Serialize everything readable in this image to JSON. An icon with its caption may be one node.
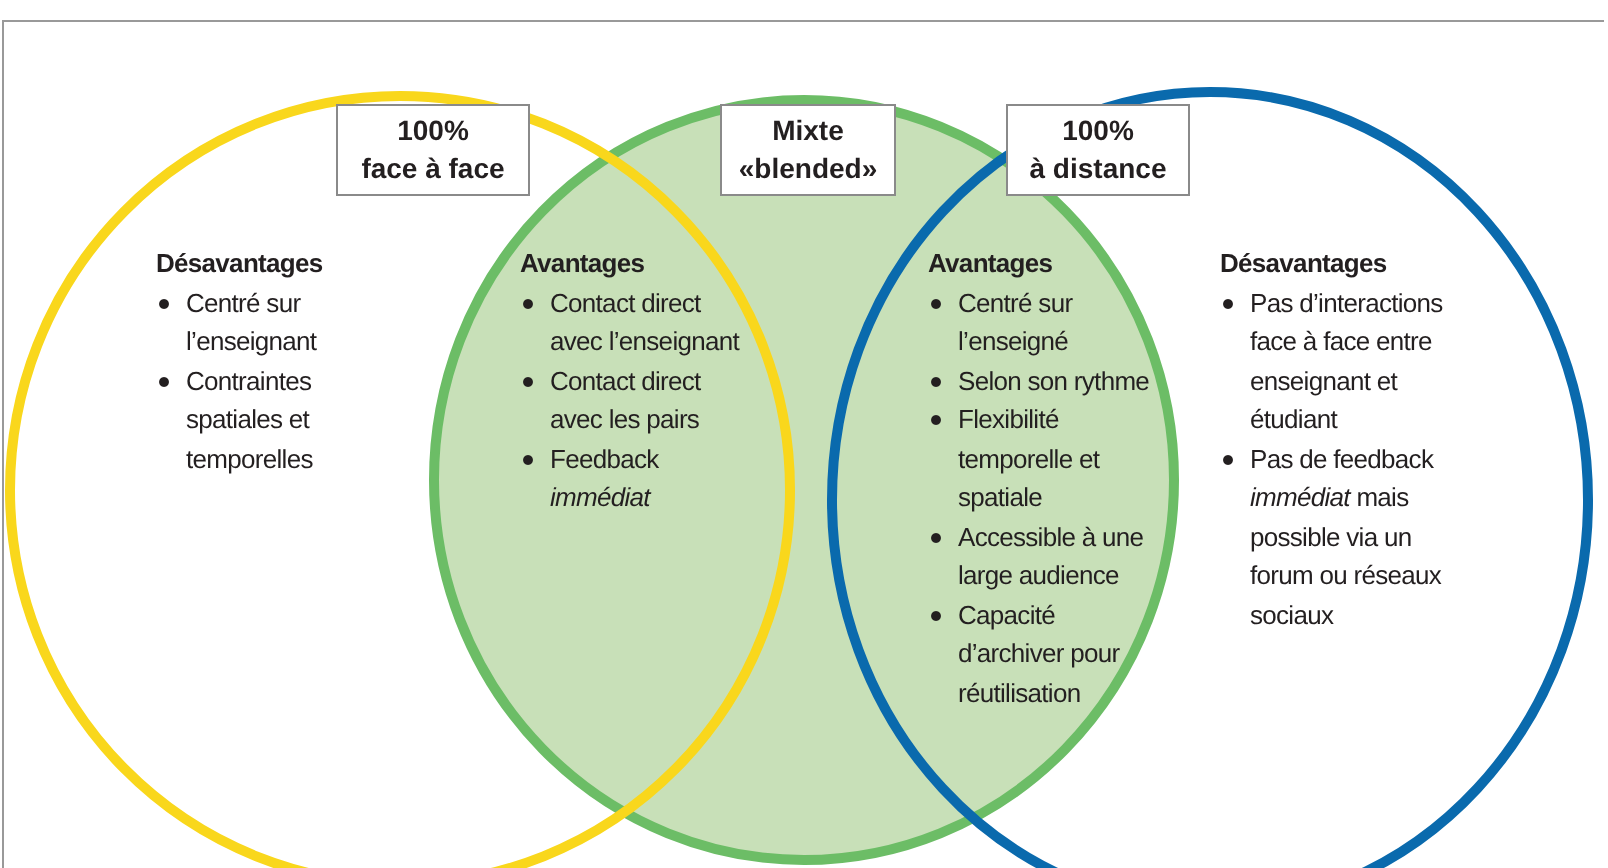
{
  "diagram": {
    "nodes": [
      {
        "text": [
          "Désavantages",
          "Centré sur l’enseignant",
          "Contraintes spatiales et temporelles"
        ]
      },
      {
        "text": [
          "Avantages",
          "Contact direct avec l’enseignant",
          "Contact direct avec les pairs",
          "Feedback *immédiat*",
          "Avantages",
          "Centré sur l’enseigné",
          "Selon son rythme",
          "Flexibilité temporelle et spatiale",
          "Accessible à une large audience",
          "Capacité d’archiver pour réutilisation"
        ]
      },
      {
        "text": [
          "Désavantages",
          "Pas d’interactions face à face entre enseignant et étudiant",
          "Pas de feedback *immédiat* mais possible via un forum ou réseaux sociaux"
        ]
      },
      {
        "text": [
          "100%",
          "face à face"
        ],
        "in": 0
      },
      {
        "text": [
          "Mixte",
          "«blended»"
        ],
        "in": 1
      },
      {
        "text": [
          "100%",
          "à distance"
        ],
        "in": 2
      }
    ],
    "edges": []
  }
}
